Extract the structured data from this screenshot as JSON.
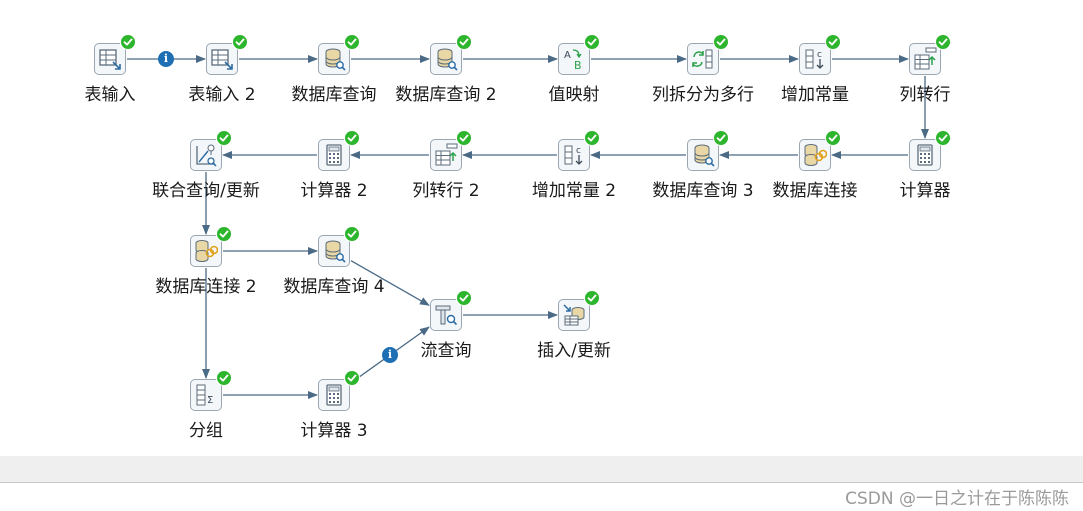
{
  "steps": [
    {
      "id": "s1",
      "label": "表输入",
      "icon": "table-input-icon"
    },
    {
      "id": "s2",
      "label": "表输入 2",
      "icon": "table-input-icon"
    },
    {
      "id": "s3",
      "label": "数据库查询",
      "icon": "database-lookup-icon"
    },
    {
      "id": "s4",
      "label": "数据库查询 2",
      "icon": "database-lookup-icon"
    },
    {
      "id": "s5",
      "label": "值映射",
      "icon": "value-mapper-icon"
    },
    {
      "id": "s6",
      "label": "列拆分为多行",
      "icon": "split-rows-icon"
    },
    {
      "id": "s7",
      "label": "增加常量",
      "icon": "add-constants-icon"
    },
    {
      "id": "s8",
      "label": "列转行",
      "icon": "row-denormaliser-icon"
    },
    {
      "id": "s9",
      "label": "计算器",
      "icon": "calculator-icon"
    },
    {
      "id": "s10",
      "label": "数据库连接",
      "icon": "database-join-icon"
    },
    {
      "id": "s11",
      "label": "数据库查询 3",
      "icon": "database-lookup-icon"
    },
    {
      "id": "s12",
      "label": "增加常量 2",
      "icon": "add-constants-icon"
    },
    {
      "id": "s13",
      "label": "列转行 2",
      "icon": "row-denormaliser-icon"
    },
    {
      "id": "s14",
      "label": "计算器 2",
      "icon": "calculator-icon"
    },
    {
      "id": "s15",
      "label": "联合查询/更新",
      "icon": "combination-lookup-icon"
    },
    {
      "id": "s16",
      "label": "数据库连接 2",
      "icon": "database-join-icon"
    },
    {
      "id": "s17",
      "label": "数据库查询 4",
      "icon": "database-lookup-icon"
    },
    {
      "id": "s18",
      "label": "流查询",
      "icon": "stream-lookup-icon"
    },
    {
      "id": "s19",
      "label": "插入/更新",
      "icon": "insert-update-icon"
    },
    {
      "id": "s20",
      "label": "分组",
      "icon": "group-by-icon"
    },
    {
      "id": "s21",
      "label": "计算器 3",
      "icon": "calculator-icon"
    }
  ],
  "hops": [
    {
      "from": "s1",
      "to": "s2",
      "info": true
    },
    {
      "from": "s2",
      "to": "s3"
    },
    {
      "from": "s3",
      "to": "s4"
    },
    {
      "from": "s4",
      "to": "s5"
    },
    {
      "from": "s5",
      "to": "s6"
    },
    {
      "from": "s6",
      "to": "s7"
    },
    {
      "from": "s7",
      "to": "s8"
    },
    {
      "from": "s8",
      "to": "s9"
    },
    {
      "from": "s9",
      "to": "s10"
    },
    {
      "from": "s10",
      "to": "s11"
    },
    {
      "from": "s11",
      "to": "s12"
    },
    {
      "from": "s12",
      "to": "s13"
    },
    {
      "from": "s13",
      "to": "s14"
    },
    {
      "from": "s14",
      "to": "s15"
    },
    {
      "from": "s15",
      "to": "s16"
    },
    {
      "from": "s16",
      "to": "s17"
    },
    {
      "from": "s17",
      "to": "s18"
    },
    {
      "from": "s18",
      "to": "s19"
    },
    {
      "from": "s16",
      "to": "s20"
    },
    {
      "from": "s20",
      "to": "s21"
    },
    {
      "from": "s21",
      "to": "s18",
      "info": true
    }
  ],
  "status_icons": {
    "ok": "green-check-icon",
    "info": "info-icon"
  },
  "info_glyph": "i",
  "colors": {
    "hop": "#4a6a86",
    "ok": "#2db52d",
    "info": "#1f6fb4"
  },
  "watermark": "CSDN @一日之计在于陈陈陈"
}
